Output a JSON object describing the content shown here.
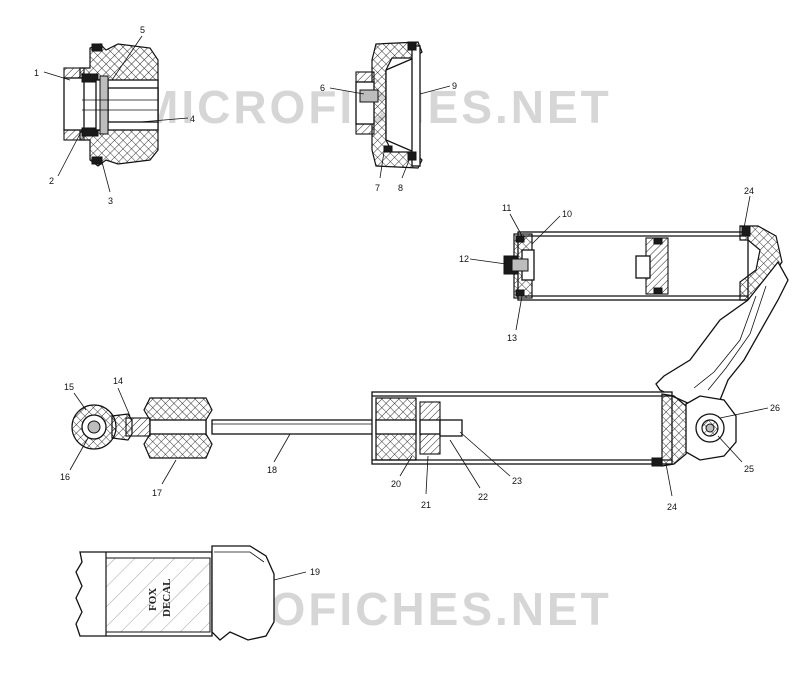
{
  "watermark": {
    "text_top": "MICROFICHES.NET",
    "text_bottom": "MICROFICHES.NET"
  },
  "decal": {
    "line1": "FOX",
    "line2": "DECAL"
  },
  "callouts": {
    "c1": "1",
    "c2": "2",
    "c3": "3",
    "c4": "4",
    "c5": "5",
    "c6": "6",
    "c7": "7",
    "c8": "8",
    "c9": "9",
    "c10": "10",
    "c11": "11",
    "c12": "12",
    "c13": "13",
    "c14": "14",
    "c15": "15",
    "c16": "16",
    "c17": "17",
    "c18": "18",
    "c19": "19",
    "c20": "20",
    "c21": "21",
    "c22": "22",
    "c23": "23",
    "c24a": "24",
    "c24b": "24",
    "c25": "25",
    "c26": "26"
  }
}
